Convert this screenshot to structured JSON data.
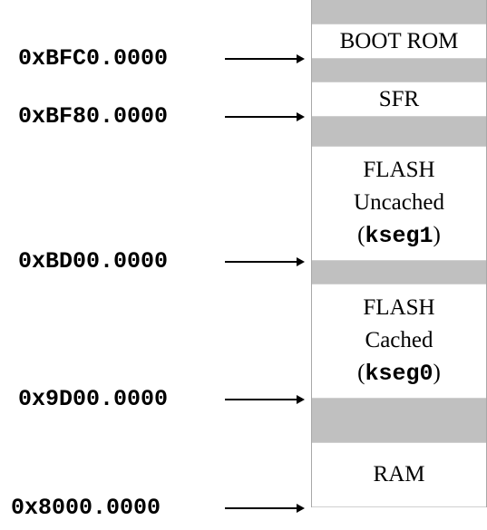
{
  "addresses": [
    "0xBFC0.0000",
    "0xBF80.0000",
    "0xBD00.0000",
    "0x9D00.0000",
    "0x8000.0000"
  ],
  "regions": {
    "boot_rom": {
      "label": "BOOT ROM"
    },
    "sfr": {
      "label": "SFR"
    },
    "flash_uncached": {
      "line1": "FLASH",
      "line2": "Uncached",
      "open": "(",
      "seg": "kseg1",
      "close": ")"
    },
    "flash_cached": {
      "line1": "FLASH",
      "line2": "Cached",
      "open": "(",
      "seg": "kseg0",
      "close": ")"
    },
    "ram": {
      "label": "RAM"
    }
  }
}
